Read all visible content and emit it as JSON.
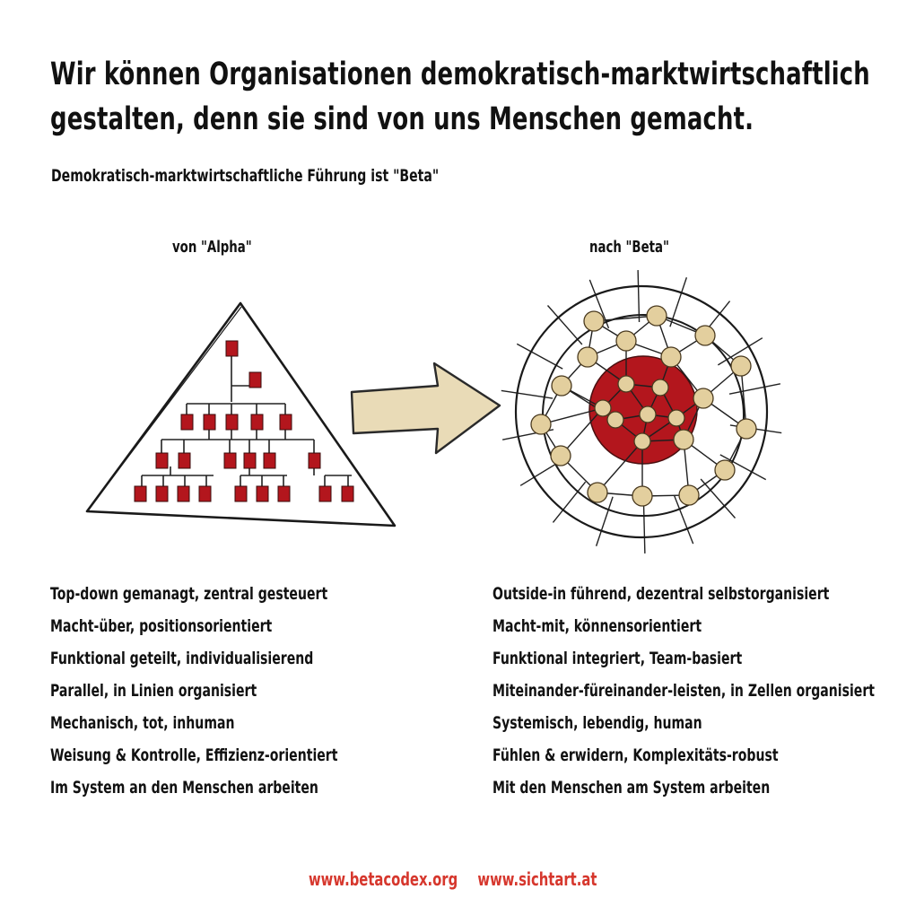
{
  "title": "Wir können Organisationen demokratisch-marktwirtschaftlich gestalten, denn sie sind von uns Menschen gemacht.",
  "subtitle": "Demokratisch-marktwirtschaftliche Führung ist \"Beta\"",
  "alpha": {
    "label": "von \"Alpha\"",
    "items": [
      "Top-down gemanagt, zentral gesteuert",
      "Macht-über, positionsorientiert",
      "Funktional geteilt, individualisierend",
      "Parallel, in Linien organisiert",
      "Mechanisch, tot, inhuman",
      "Weisung & Kontrolle, Effizienz-orientiert",
      "Im System an den Menschen arbeiten"
    ]
  },
  "beta": {
    "label": "nach \"Beta\"",
    "items": [
      "Outside-in führend, dezentral selbstorganisiert",
      "Macht-mit, könnensorientiert",
      "Funktional integriert, Team-basiert",
      "Miteinander-füreinander-leisten, in Zellen organisiert",
      "Systemisch, lebendig, human",
      "Fühlen & erwidern, Komplexitäts-robust",
      "Mit den Menschen am System arbeiten"
    ]
  },
  "footer": {
    "link1": "www.betacodex.org",
    "link2": "www.sichtart.at"
  },
  "colors": {
    "red": "#b3161d",
    "beige": "#e3cf9e",
    "arrow": "#e9dbb7",
    "accent_text": "#d6372d"
  }
}
